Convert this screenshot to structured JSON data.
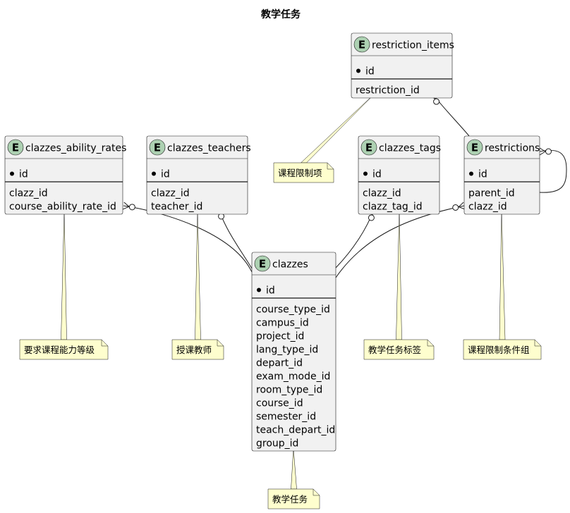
{
  "title": "教学任务",
  "entities": [
    {
      "key": "restriction_items",
      "name": "restriction_items",
      "keys": [
        "id"
      ],
      "fields": [
        "restriction_id"
      ]
    },
    {
      "key": "clazzes_ability_rates",
      "name": "clazzes_ability_rates",
      "keys": [
        "id"
      ],
      "fields": [
        "clazz_id",
        "course_ability_rate_id"
      ]
    },
    {
      "key": "clazzes_teachers",
      "name": "clazzes_teachers",
      "keys": [
        "id"
      ],
      "fields": [
        "clazz_id",
        "teacher_id"
      ]
    },
    {
      "key": "clazzes_tags",
      "name": "clazzes_tags",
      "keys": [
        "id"
      ],
      "fields": [
        "clazz_id",
        "clazz_tag_id"
      ]
    },
    {
      "key": "restrictions",
      "name": "restrictions",
      "keys": [
        "id"
      ],
      "fields": [
        "parent_id",
        "clazz_id"
      ]
    },
    {
      "key": "clazzes",
      "name": "clazzes",
      "keys": [
        "id"
      ],
      "fields": [
        "course_type_id",
        "campus_id",
        "project_id",
        "lang_type_id",
        "depart_id",
        "exam_mode_id",
        "room_type_id",
        "course_id",
        "semester_id",
        "teach_depart_id",
        "group_id"
      ]
    }
  ],
  "notes": [
    {
      "key": "restriction_items",
      "text": "课程限制项"
    },
    {
      "key": "clazzes_ability_rates",
      "text": "要求课程能力等级"
    },
    {
      "key": "clazzes_teachers",
      "text": "授课教师"
    },
    {
      "key": "clazzes_tags",
      "text": "教学任务标签"
    },
    {
      "key": "restrictions",
      "text": "课程限制条件组"
    },
    {
      "key": "clazzes",
      "text": "教学任务"
    }
  ],
  "entity_marker": "E",
  "key_bullet": "•",
  "colors": {
    "entity_fill": "#f1f1f1",
    "entity_stroke": "#181818",
    "marker_fill": "#add1b2",
    "note_fill": "#fefece",
    "note_stroke": "#181818",
    "line": "#181818"
  }
}
